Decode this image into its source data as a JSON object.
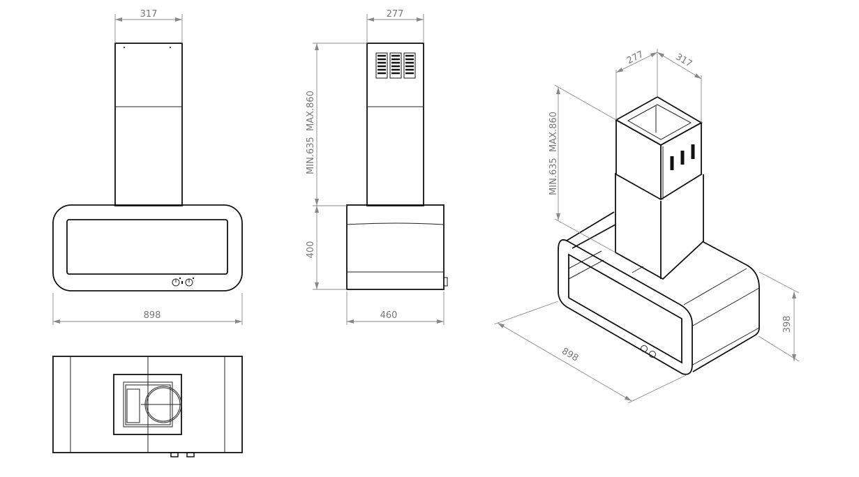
{
  "front_view": {
    "width_top": "317",
    "width_body": "898"
  },
  "side_view": {
    "depth_top": "277",
    "height_chimney": "MIN.635  MAX.860",
    "height_body": "400",
    "depth_body": "460"
  },
  "iso_view": {
    "depth_top": "277",
    "width_top": "317",
    "height_chimney": "MIN.635  MAX.860",
    "width_body": "898",
    "height_body": "398"
  },
  "colors": {
    "line": "#111111",
    "dimension": "#888888",
    "background": "#ffffff"
  }
}
